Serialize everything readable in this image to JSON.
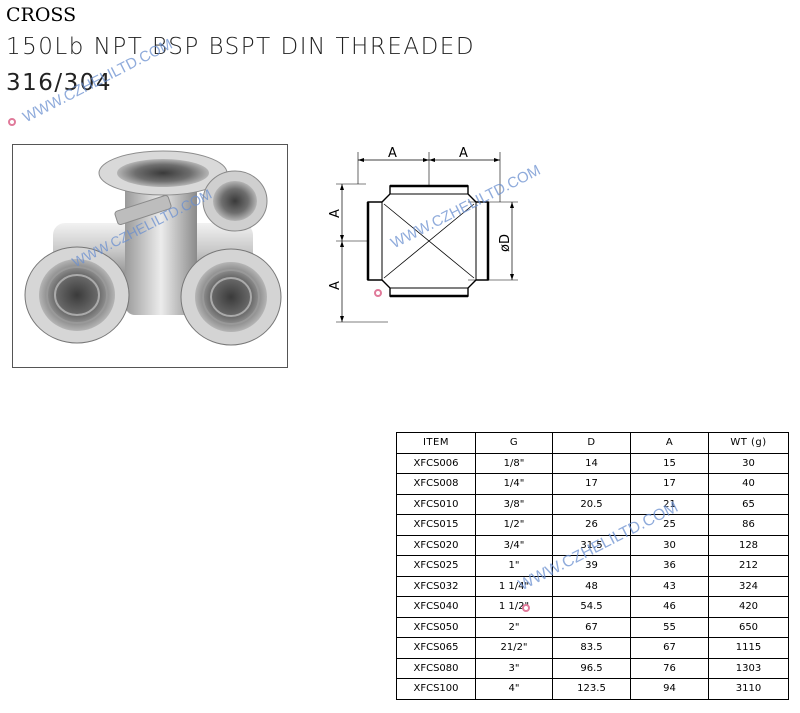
{
  "header": {
    "product": "CROSS",
    "spec": "150Lb NPT BSP BSPT DIN  THREADED",
    "material": "316/304"
  },
  "watermark": "WWW.CZHELILTD.COM",
  "drawing": {
    "dim_a": "A",
    "dim_d": "øD"
  },
  "table": {
    "headers": [
      "ITEM",
      "G",
      "D",
      "A",
      "WT (g)"
    ],
    "rows": [
      [
        "XFCS006",
        "1/8\"",
        "14",
        "15",
        "30"
      ],
      [
        "XFCS008",
        "1/4\"",
        "17",
        "17",
        "40"
      ],
      [
        "XFCS010",
        "3/8\"",
        "20.5",
        "21",
        "65"
      ],
      [
        "XFCS015",
        "1/2\"",
        "26",
        "25",
        "86"
      ],
      [
        "XFCS020",
        "3/4\"",
        "31.5",
        "30",
        "128"
      ],
      [
        "XFCS025",
        "1\"",
        "39",
        "36",
        "212"
      ],
      [
        "XFCS032",
        "1 1/4\"",
        "48",
        "43",
        "324"
      ],
      [
        "XFCS040",
        "1 1/2\"",
        "54.5",
        "46",
        "420"
      ],
      [
        "XFCS050",
        "2\"",
        "67",
        "55",
        "650"
      ],
      [
        "XFCS065",
        "21/2\"",
        "83.5",
        "67",
        "1115"
      ],
      [
        "XFCS080",
        "3\"",
        "96.5",
        "76",
        "1303"
      ],
      [
        "XFCS100",
        "4\"",
        "123.5",
        "94",
        "3110"
      ]
    ]
  }
}
